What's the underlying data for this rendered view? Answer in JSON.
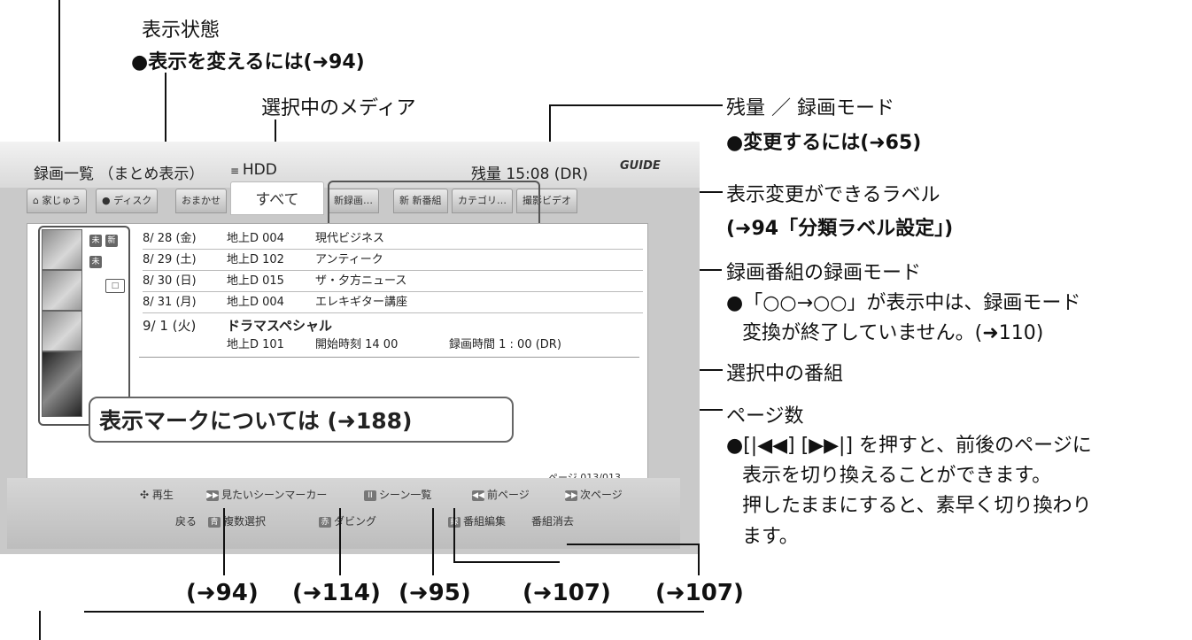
{
  "annotations": {
    "display_state": "表示状態",
    "display_state_note": "●表示を変えるには(➜94)",
    "selected_media": "選択中のメディア",
    "remaining_mode": "残量 ／ 録画モード",
    "remaining_mode_note": "●変更するには(➜65)",
    "label_change": "表示変更ができるラベル",
    "label_change_ref": "(➜94「分類ラベル設定」)",
    "rec_mode": "録画番組の録画モード",
    "rec_mode_note1": "●「○○→○○」が表示中は、録画モード",
    "rec_mode_note2": "変換が終了していません。(➜110)",
    "selected_program": "選択中の番組",
    "page_count": "ページ数",
    "page_note1": "●[|◀◀] [▶▶|] を押すと、前後のページに",
    "page_note2": "表示を切り換えることができます。",
    "page_note3": "押したままにすると、素早く切り換わり",
    "page_note4": "ます。",
    "mark_callout": "表示マークについては (➜188)"
  },
  "screen": {
    "title": "録画一覧 （まとめ表示）",
    "media": "HDD",
    "remaining": "残量 15:08 (DR)",
    "logo": "GUIDE",
    "tabs": [
      "家じゅう",
      "ディスク",
      "おまかせ",
      "すべて",
      "新録画…",
      "新番組",
      "カテゴリ…",
      "撮影ビデオ"
    ],
    "rows": [
      {
        "date": "8/ 28 (金)",
        "channel": "地上D 004",
        "title": "現代ビジネス"
      },
      {
        "date": "8/ 29 (土)",
        "channel": "地上D 102",
        "title": "アンティーク"
      },
      {
        "date": "8/ 30 (日)",
        "channel": "地上D 015",
        "title": "ザ・夕方ニュース"
      },
      {
        "date": "8/ 31 (月)",
        "channel": "地上D 004",
        "title": "エレキギター講座"
      }
    ],
    "selected": {
      "date": "9/ 1 (火)",
      "title": "ドラマスペシャル",
      "channel": "地上D 101",
      "start": "開始時刻 14 00",
      "duration": "録画時間 1 : 00 (DR)"
    },
    "page": "ページ 013/013",
    "footer": {
      "play": "再生",
      "return": "戻る",
      "scene_marker": "見たいシーンマーカー",
      "scene_list": "シーン一覧",
      "prev_page": "前ページ",
      "next_page": "次ページ",
      "multi_select": "複数選択",
      "dubbing": "ダビング",
      "edit": "番組編集",
      "delete_label": "番組消去"
    }
  },
  "refs": [
    "(➜94)",
    "(➜114)",
    "(➜95)",
    "(➜107)",
    "(➜107)"
  ]
}
